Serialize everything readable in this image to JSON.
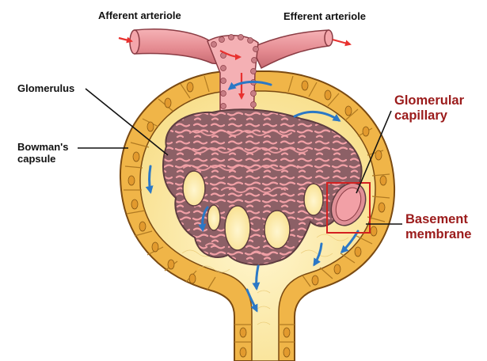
{
  "labels": {
    "afferent": "Afferent arteriole",
    "efferent": "Efferent arteriole",
    "glomerulus": "Glomerulus",
    "bowmans_line1": "Bowman's",
    "bowmans_line2": "capsule",
    "capillary_line1": "Glomerular",
    "capillary_line2": "capillary",
    "basement_line1": "Basement",
    "basement_line2": "membrane"
  },
  "colors": {
    "label_text": "#111111",
    "highlight_text": "#9b1b1b",
    "highlight_box": "#d32020",
    "capsule_wall": "#f0b548",
    "capsule_outline": "#7a4a12",
    "capsular_space": "#fbe8a6",
    "glomerulus_tissue": "#8c6066",
    "glomerulus_lumen": "#f2a0a6",
    "arteriole": "#e48a90",
    "blood_arrow": "#e8312f",
    "filtrate_arrow": "#2b78c6"
  }
}
